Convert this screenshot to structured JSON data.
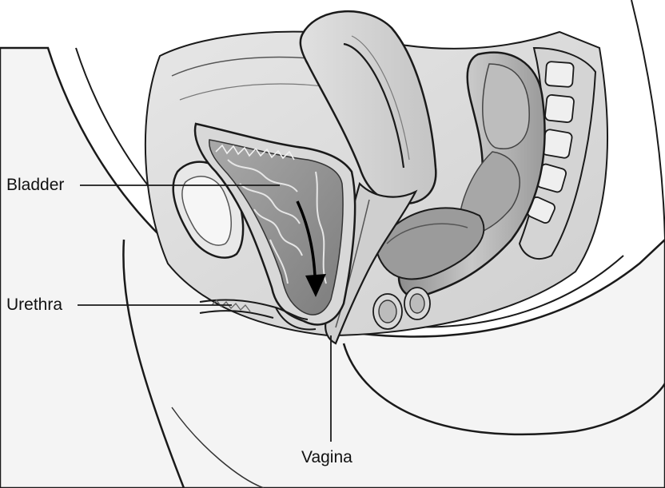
{
  "figure": {
    "labels": {
      "bladder": "Bladder",
      "urethra": "Urethra",
      "vagina": "Vagina"
    }
  },
  "colors": {
    "background": "#ffffff",
    "outline": "#1a1a1a",
    "skin": "#f2f2f2",
    "tissue_light": "#dcdcdc",
    "tissue_mid": "#b9b9b9",
    "tissue_dark": "#8f8f8f",
    "arrow": "#000000"
  }
}
